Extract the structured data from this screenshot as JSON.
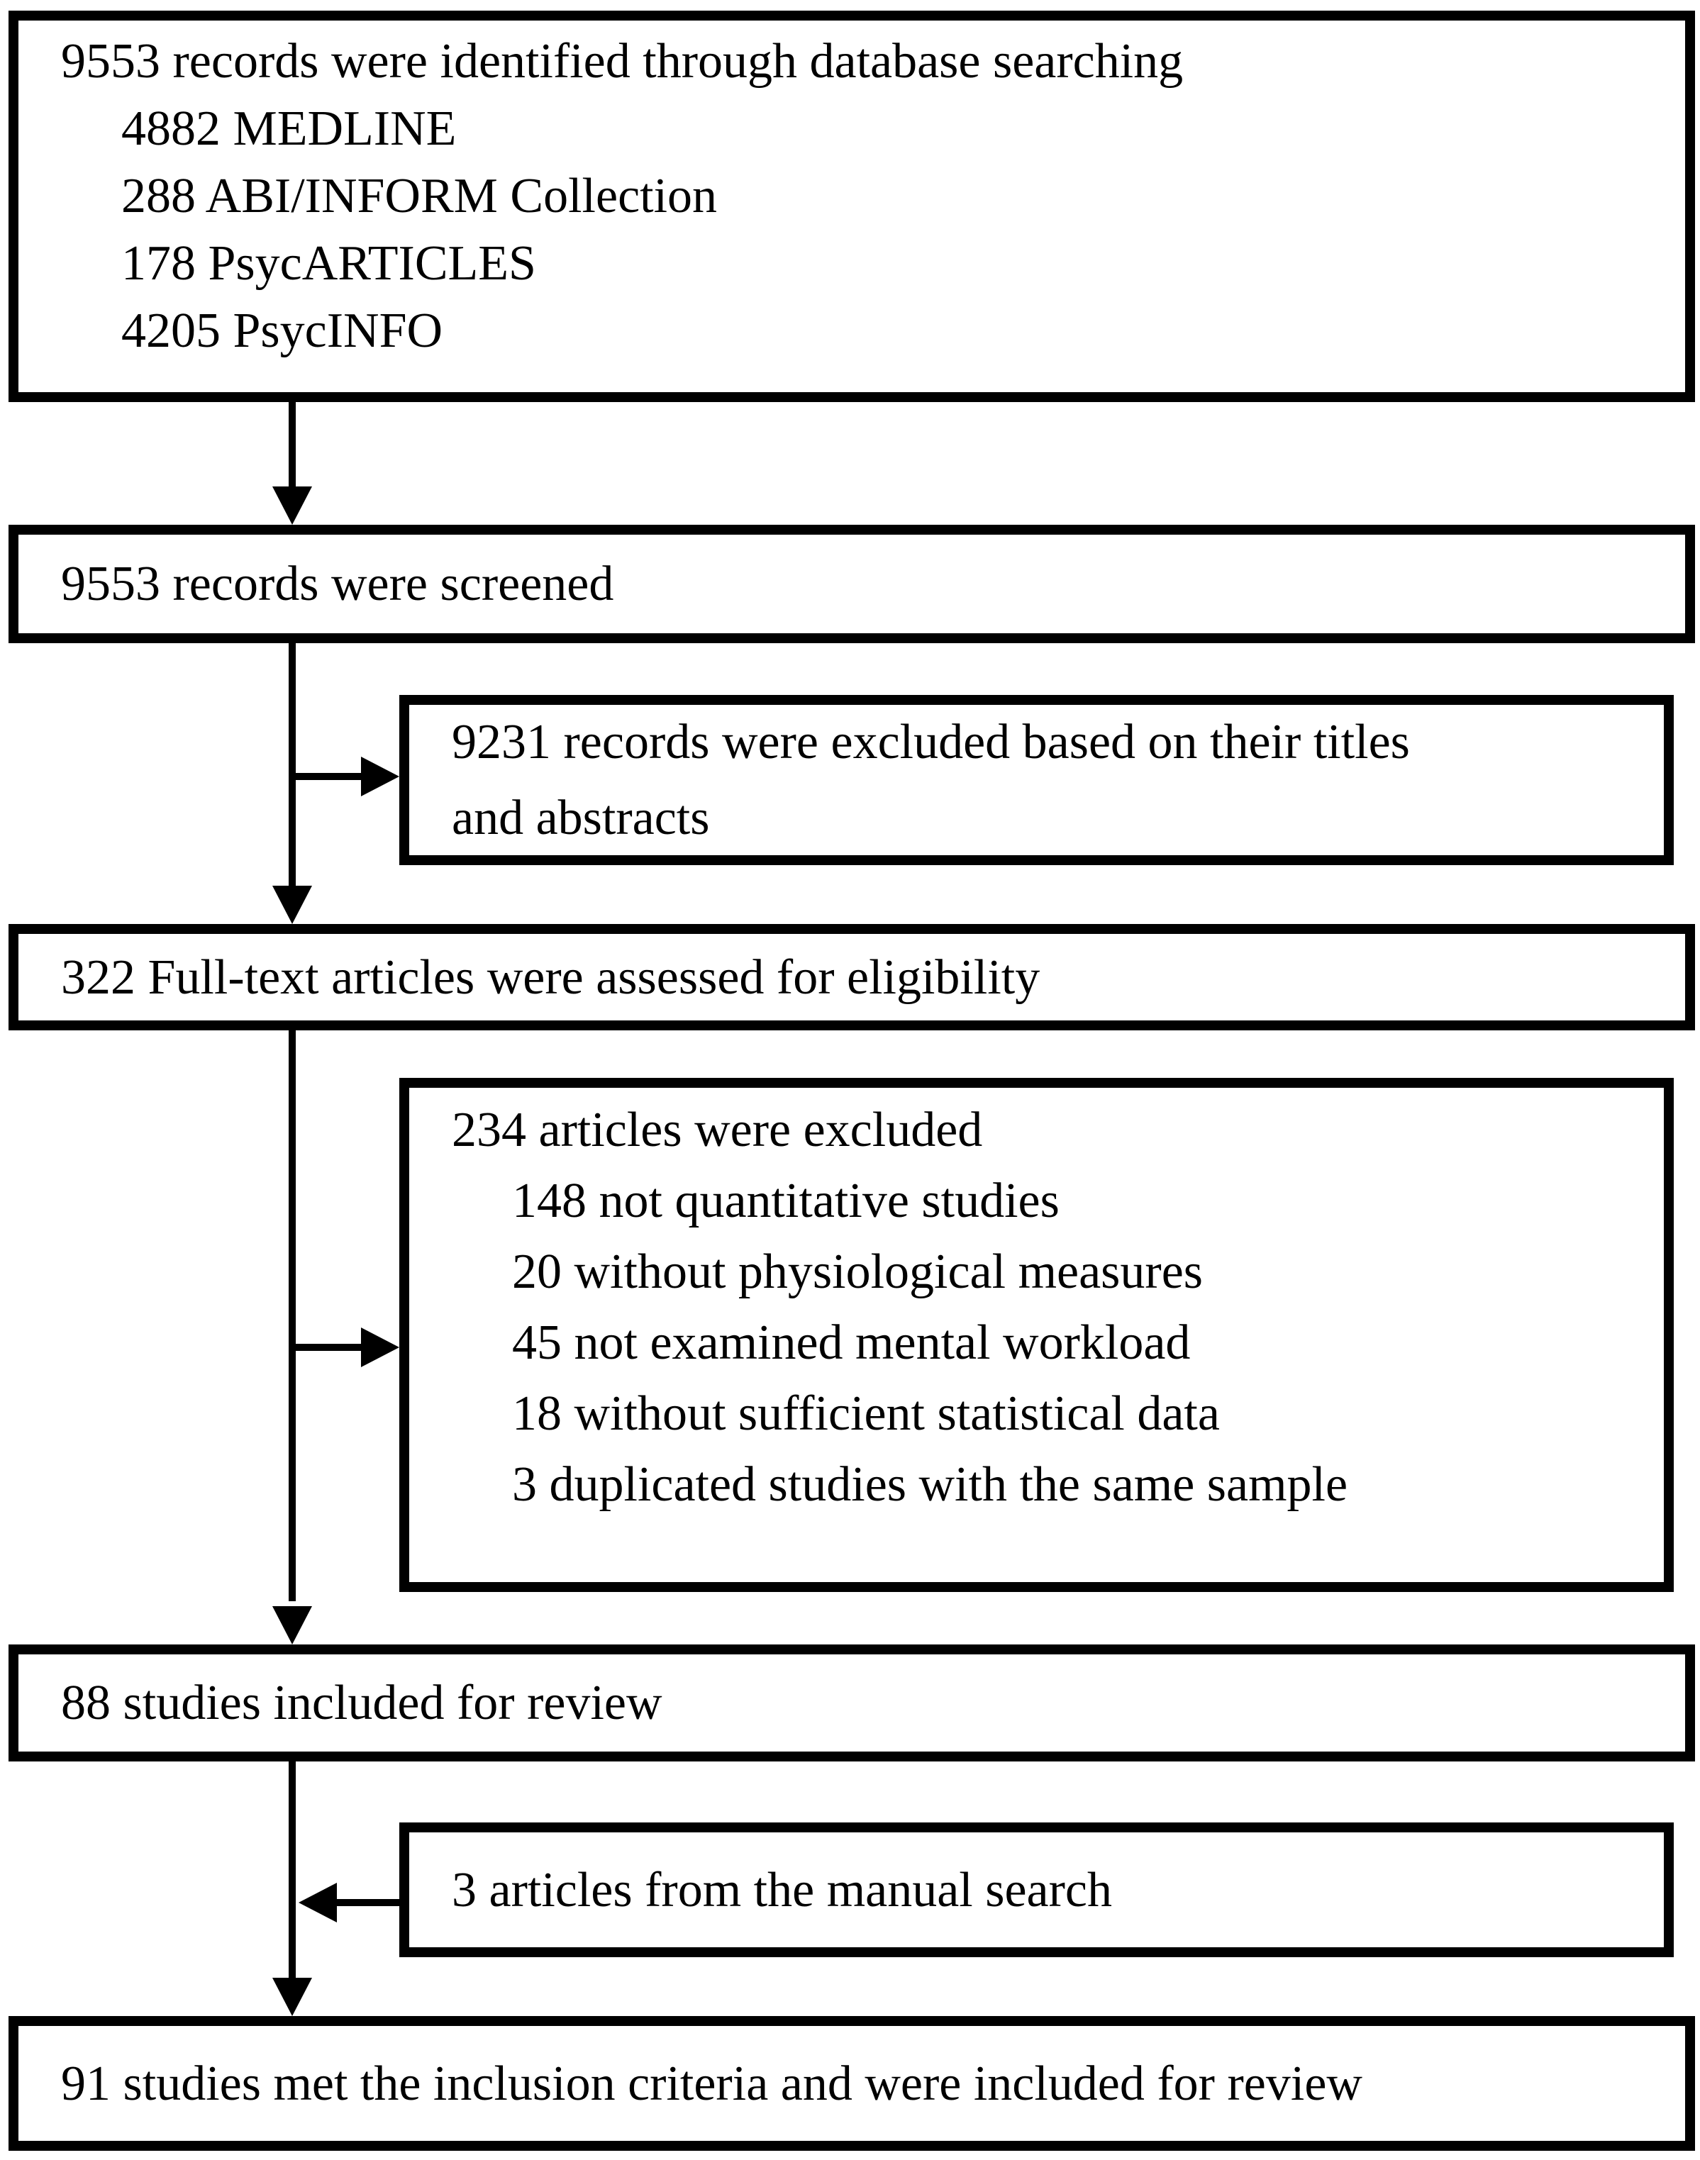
{
  "diagram": {
    "type": "study-selection-flowchart",
    "colors": {
      "background": "#ffffff",
      "line": "#000000",
      "text": "#000000"
    },
    "boxes": {
      "identification": {
        "title": "9553 records were identified through database searching",
        "sources": [
          "4882 MEDLINE",
          "288 ABI/INFORM Collection",
          "178 PsycARTICLES",
          "4205 PsycINFO"
        ]
      },
      "screened": {
        "text": "9553 records were screened"
      },
      "excluded_screening": {
        "lines": [
          "9231 records were excluded based on their titles",
          "and abstracts"
        ]
      },
      "full_text_assessed": {
        "text": "322 Full-text articles were assessed for eligibility"
      },
      "excluded_full_text": {
        "title": "234 articles were excluded",
        "reasons": [
          "148 not quantitative studies",
          "20 without physiological measures",
          "45 not examined mental workload",
          "18 without sufficient statistical data",
          "3 duplicated studies with the same sample"
        ]
      },
      "included_for_review": {
        "text": "88 studies included for review"
      },
      "manual_search": {
        "text": "3 articles from the manual search"
      },
      "final_included": {
        "text": "91 studies met the inclusion criteria and were included for review"
      }
    }
  }
}
